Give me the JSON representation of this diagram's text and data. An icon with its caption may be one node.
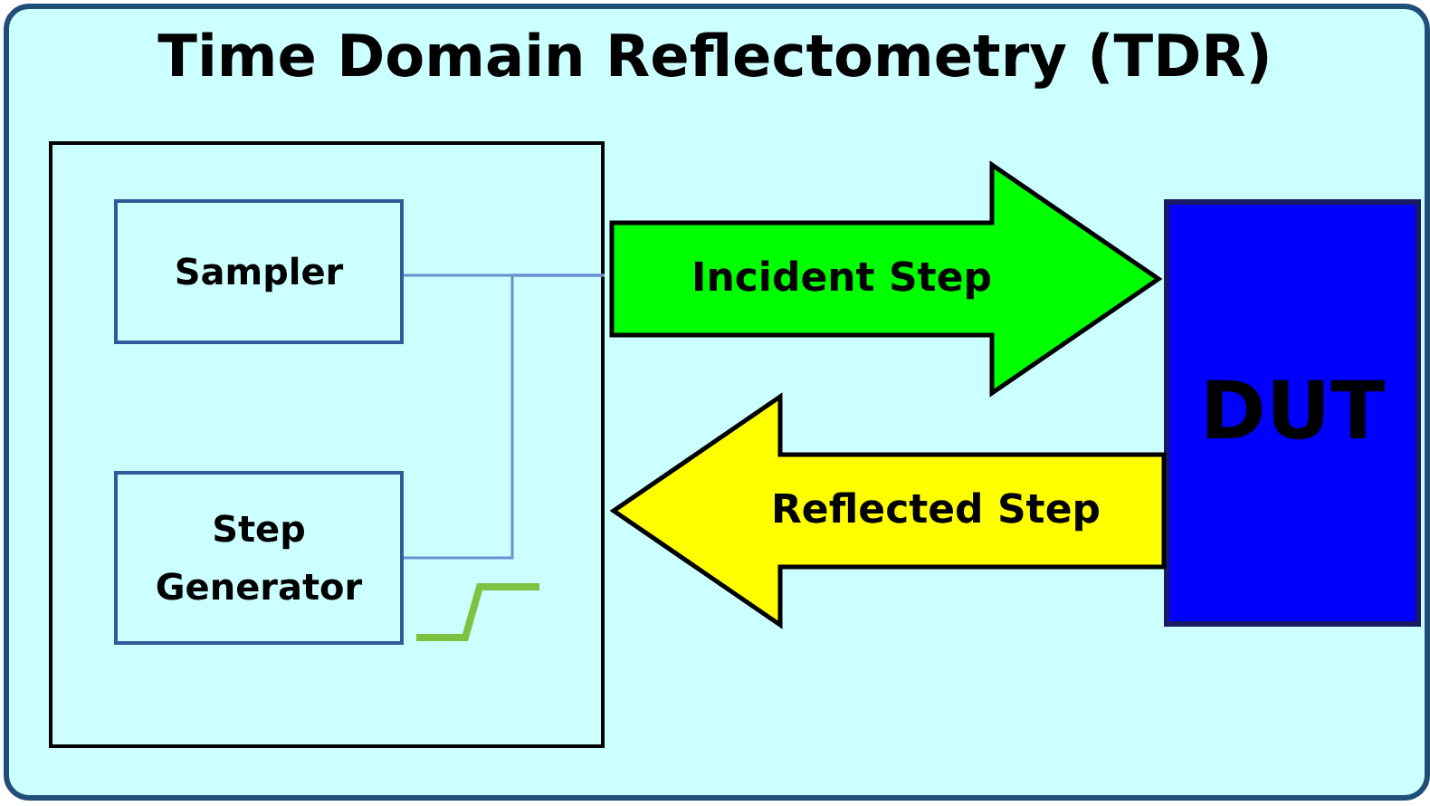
{
  "diagram": {
    "title": "Time Domain Reflectometry (TDR)",
    "nodes": [
      {
        "text": [],
        "shape": "box"
      },
      {
        "text": [
          "Sampler"
        ],
        "in": 0
      },
      {
        "text": [
          "Step Generator"
        ],
        "in": 0
      },
      {
        "text": [
          "DUT"
        ]
      }
    ],
    "edges": [
      {
        "from": 1,
        "to": 0,
        "arrow": "none"
      },
      {
        "from": 2,
        "to": 0,
        "arrow": "none"
      },
      {
        "from": 0,
        "to": 3,
        "arrow": "to",
        "label": "Incident Step",
        "style": "thick",
        "color": "#00ff00"
      },
      {
        "from": 3,
        "to": 0,
        "arrow": "to",
        "label": "Reflected Step",
        "style": "thick",
        "color": "#ffff00"
      }
    ]
  }
}
